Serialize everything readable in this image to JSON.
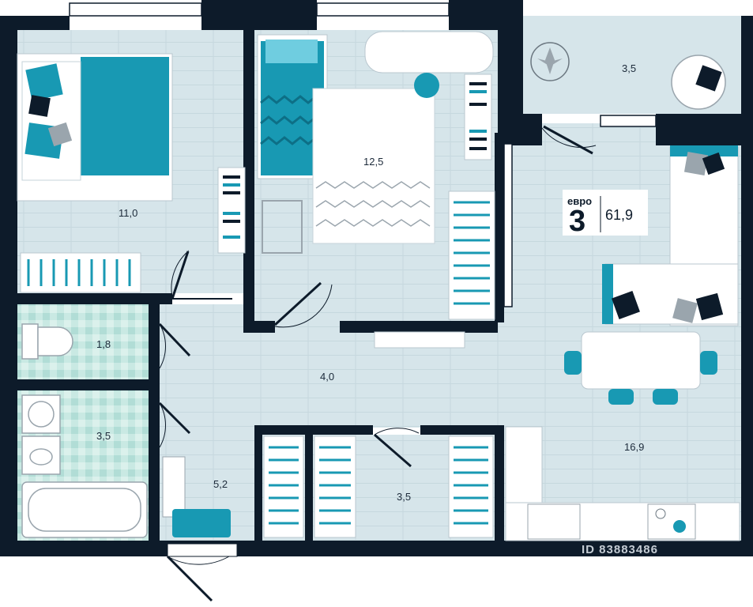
{
  "badge": {
    "prefix": "евро",
    "rooms": "3",
    "area": "61,9"
  },
  "rooms": [
    {
      "id": "bedroom",
      "area": "11,0"
    },
    {
      "id": "kids-room",
      "area": "12,5"
    },
    {
      "id": "balcony",
      "area": "3,5"
    },
    {
      "id": "toilet",
      "area": "1,8"
    },
    {
      "id": "bathroom",
      "area": "3,5"
    },
    {
      "id": "hallway",
      "area": "4,0"
    },
    {
      "id": "entrance",
      "area": "5,2"
    },
    {
      "id": "wardrobe",
      "area": "3,5"
    },
    {
      "id": "kitchen-living",
      "area": "16,9"
    }
  ],
  "watermark": "ID 83883486",
  "colors": {
    "wall": "#0d1b2a",
    "floor": "#d6e5ea",
    "accent": "#1899b3",
    "tile": "#bfe3dd"
  }
}
